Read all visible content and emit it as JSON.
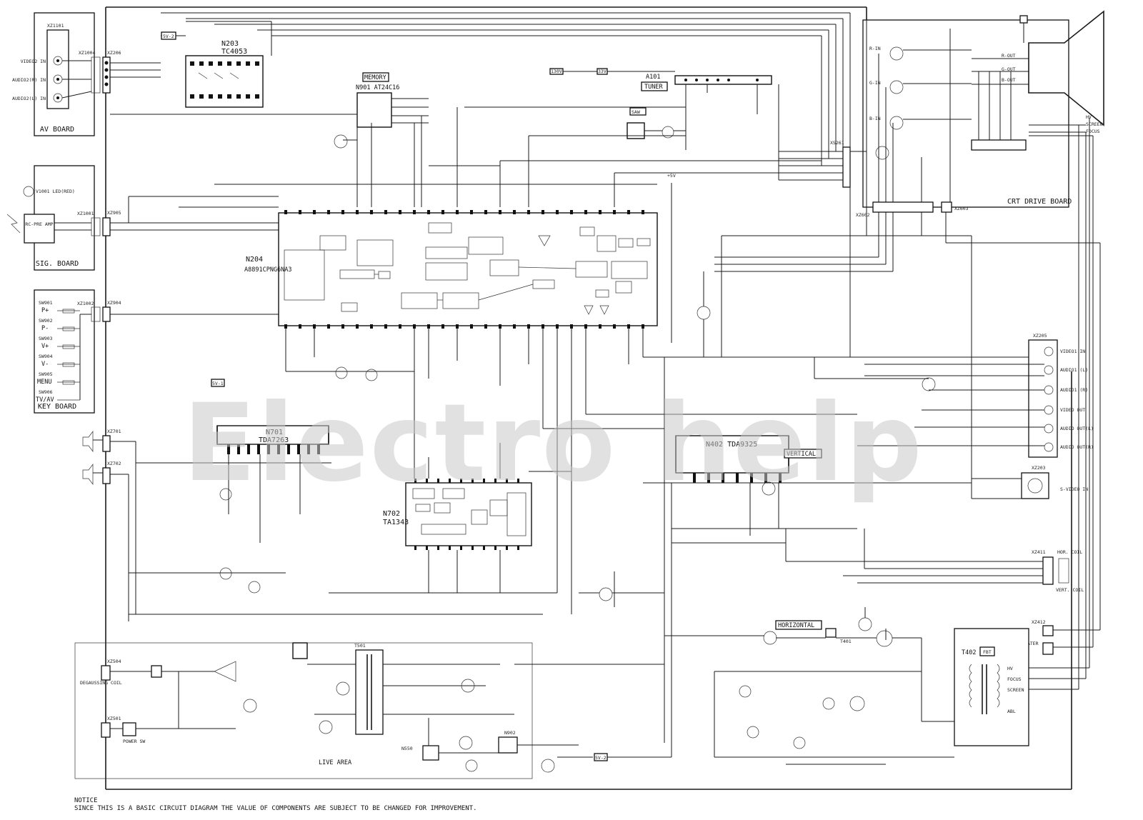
{
  "boards": {
    "av": "AV BOARD",
    "sig": "SIG. BOARD",
    "key": "KEY BOARD",
    "crt": "CRT DRIVE BOARD"
  },
  "av_inputs": [
    "VIDEO2 IN",
    "AUDIO2(R) IN",
    "AUDIO2(L) IN"
  ],
  "connectors": {
    "xz1101": "XZ1101",
    "xz1004": "XZ1004",
    "xz206": "XZ206",
    "xz1001": "XZ1001",
    "xz905": "XZ905",
    "xz1002": "XZ1002",
    "xz904": "XZ904",
    "xz701": "XZ701",
    "xz702": "XZ702",
    "xz504": "XZ504",
    "xz501": "XZ501",
    "xs261": "XS261",
    "xz602": "XZ602",
    "xz603": "XZ603",
    "xz205": "XZ205",
    "xz203": "XZ203",
    "xz411": "XZ411",
    "xz412": "XZ412"
  },
  "ics": {
    "n203_ref": "N203",
    "n203_part": "TC4053",
    "memory_tag": "MEMORY",
    "n901": "N901 AT24C16",
    "a101": "A101",
    "tuner": "TUNER",
    "saw": "SAW",
    "n204_ref": "N204",
    "n204_part": "A8891CPNG6NA3",
    "n701_ref": "N701",
    "n701_part": "TDA7263",
    "n702_ref": "N702",
    "n702_part": "TA1343",
    "n402": "N402 TDA9325",
    "vertical": "VERTICAL",
    "horizontal": "HORIZONTAL",
    "t501": "T501",
    "t401": "T401",
    "t402": "T402",
    "fbt": "FBT",
    "n550": "N550",
    "n902": "N902"
  },
  "keys": [
    {
      "ref": "SW901",
      "label": "P+"
    },
    {
      "ref": "SW902",
      "label": "P-"
    },
    {
      "ref": "SW903",
      "label": "V+"
    },
    {
      "ref": "SW904",
      "label": "V-"
    },
    {
      "ref": "SW905",
      "label": "MENU"
    },
    {
      "ref": "SW906",
      "label": "TV/AV"
    }
  ],
  "sig_board": {
    "remote": "RC-PRE AMP",
    "led": "V1001 LED(RED)"
  },
  "rear_io": [
    "VIDEO1 IN",
    "AUDIO1 (L)",
    "AUDIO1 (R)",
    "VIDEO OUT",
    "AUDIO OUT(L)",
    "AUDIO OUT(R)"
  ],
  "svideo": "S-VIDEO IN",
  "yoke": {
    "hor": "HOR. COIL",
    "vert": "VERT. COIL"
  },
  "fbt_taps": [
    "HV",
    "FOCUS",
    "SCREEN",
    "ABL"
  ],
  "crt_taps": [
    "HV",
    "SCREEN",
    "FOCUS"
  ],
  "heater": "HEATER",
  "degauss": "DEGAUSSING COIL",
  "power_sw": "POWER SW",
  "live_area": "LIVE AREA",
  "rails": {
    "v5_2": "5V-2",
    "v5_1": "5V-1",
    "v5": "+5V",
    "v33": "33V",
    "v130": "130V"
  },
  "crt_drive": [
    "R-IN",
    "G-IN",
    "B-IN",
    "R-OUT",
    "G-OUT",
    "B-OUT"
  ],
  "watermark": "Electro help",
  "notice": "NOTICE",
  "notice_body": "SINCE THIS IS A BASIC CIRCUIT DIAGRAM THE VALUE OF COMPONENTS ARE SUBJECT TO BE CHANGED FOR IMPROVEMENT."
}
